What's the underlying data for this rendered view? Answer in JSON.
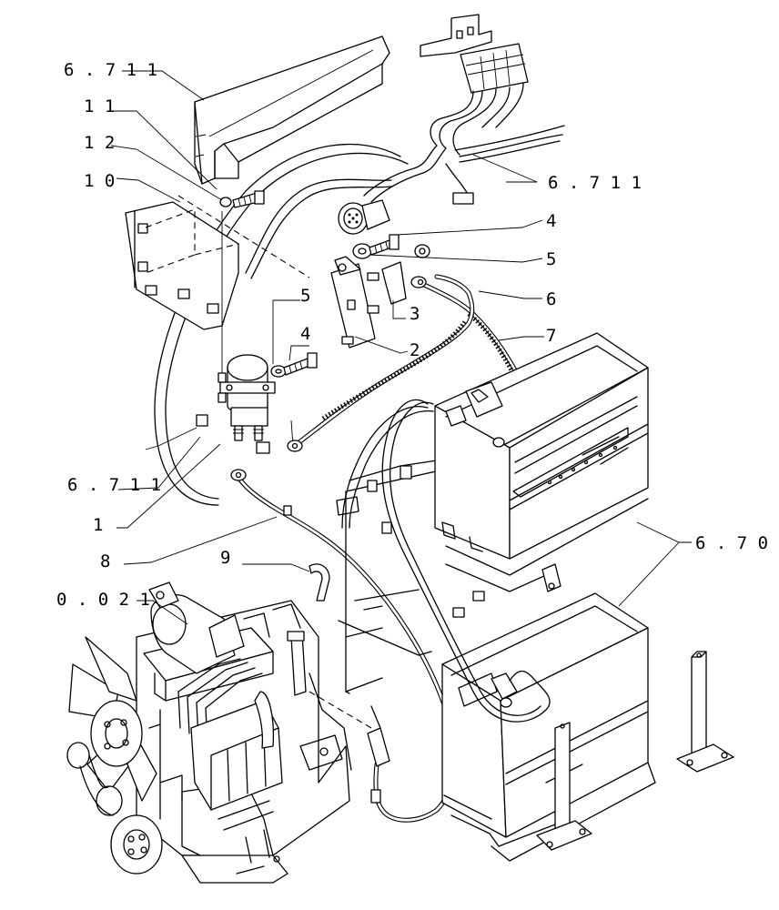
{
  "callouts": {
    "c1": "6 . 7 1 1",
    "c2": "1 1",
    "c3": "1 2",
    "c4": "1 0",
    "c5": "6 . 7 1 1",
    "c6": "4",
    "c7": "5",
    "c8": "6",
    "c9": "7",
    "c10": "3",
    "c11": "2",
    "c12": "5",
    "c13": "4",
    "c14": "6 . 7 1 1",
    "c15": "1",
    "c16": "8",
    "c17": "9",
    "c18": "0 . 0 2 1",
    "c19": "6 . 7 0"
  }
}
